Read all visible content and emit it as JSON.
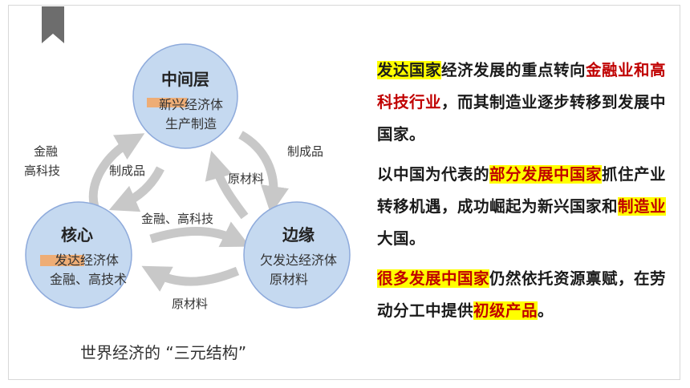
{
  "diagram": {
    "middle": {
      "title": "中间层",
      "line1": "新兴经济体",
      "line2": "生产制造"
    },
    "core": {
      "title": "核心",
      "line1": "发达经济体",
      "line2": "金融、高技术"
    },
    "periphery": {
      "title": "边缘",
      "line1": "欠发达经济体",
      "line2": "原材料"
    },
    "arrow_labels": {
      "core_to_middle_a": "金融",
      "core_to_middle_b": "高科技",
      "middle_to_core": "制成品",
      "middle_to_periphery": "制成品",
      "periphery_to_middle": "原材料",
      "core_to_periphery": "金融、高科技",
      "periphery_to_core": "原材料"
    },
    "caption": "世界经济的 “三元结构”"
  },
  "paragraphs": [
    {
      "segments": [
        {
          "text": "发达国家",
          "style": "hl"
        },
        {
          "text": "经济发展的重点转向",
          "style": "plain"
        },
        {
          "text": "金融业和高科技行业",
          "style": "red"
        },
        {
          "text": "，而其制造业逐步转移到发展中国家。",
          "style": "plain"
        }
      ]
    },
    {
      "segments": [
        {
          "text": "以中国为代表的",
          "style": "plain"
        },
        {
          "text": "部分发展中国家",
          "style": "hl"
        },
        {
          "text": "抓住产业转移机遇，成功崛起为新兴国家和",
          "style": "plain"
        },
        {
          "text": "制造业",
          "style": "hl-red"
        },
        {
          "text": "大国。",
          "style": "plain"
        }
      ]
    },
    {
      "segments": [
        {
          "text": "很多发展中国家",
          "style": "hl"
        },
        {
          "text": "仍然依托资源禀赋，在劳动分工中提供",
          "style": "plain"
        },
        {
          "text": "初级产品",
          "style": "hl-red"
        },
        {
          "text": "。",
          "style": "plain"
        }
      ]
    }
  ],
  "colors": {
    "circle_fill": "#c5d9f0",
    "circle_stroke": "#8eaadb",
    "arrow": "#c8c8c8",
    "highlight": "#ffff00",
    "emphasis": "#c00000",
    "marker": "#f4a460"
  },
  "icons": {
    "bookmark": "bookmark-icon"
  }
}
